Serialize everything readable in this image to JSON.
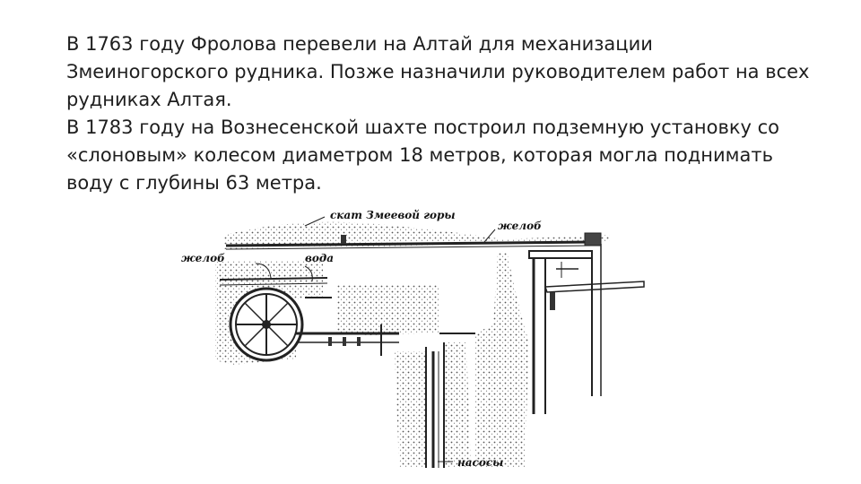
{
  "slide": {
    "paragraphs": [
      "В 1763 году Фролова перевели на Алтай для механизации Змеиногорского рудника. Позже назначили руководителем работ на всех рудниках Алтая.",
      "В 1783 году на Вознесенской шахте построил подземную установку со «слоновым» колесом диаметром 18 метров, которая могла поднимать воду с глубины 63 метра."
    ]
  },
  "figure": {
    "labels": {
      "slope": "скат Змеевой горы",
      "chute_top": "желоб",
      "chute_left": "желоб",
      "water": "вода",
      "pumps": "насосы"
    }
  }
}
